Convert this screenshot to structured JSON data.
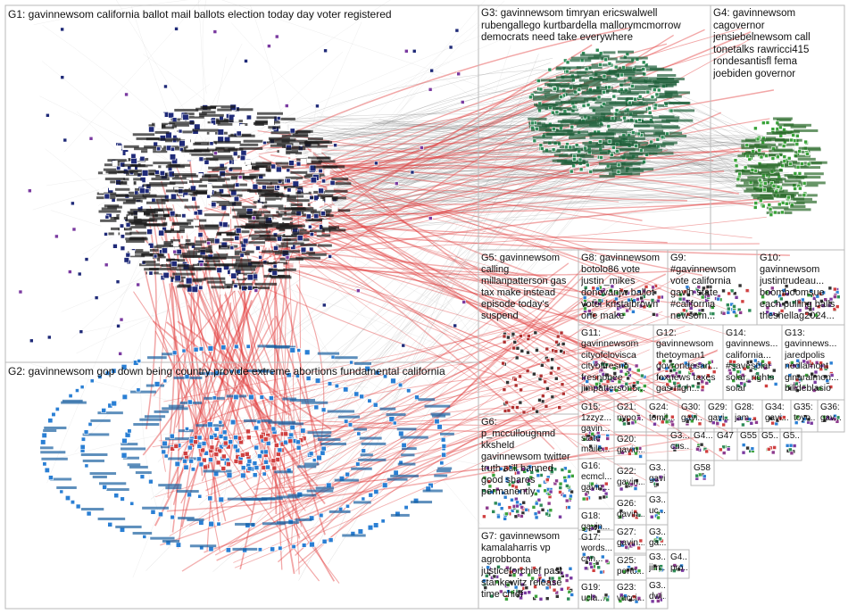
{
  "colors": {
    "edge_grey": "#6f6f6f",
    "edge_red": "#e23b3b",
    "box_border": "#b9b9b9",
    "g1_node": "#1f2a78",
    "g2_node": "#2a7fd4",
    "g3_node": "#2e8b57",
    "g4_node": "#3aa23a",
    "g5_node": "#8e3b8e",
    "g6_node": "#b03030"
  },
  "groups": [
    {
      "id": "G1",
      "label": "G1: gavinnewsom california ballot mail ballots election today day voter registered"
    },
    {
      "id": "G2",
      "label": "G2: gavinnewsom gop down being country provide extreme abortions fundamental california"
    },
    {
      "id": "G3",
      "label": "G3: gavinnewsom timryan ericswalwell\nrubengallego kurtbardella mallorymcmorrow\ndemocrats need take everywhere"
    },
    {
      "id": "G4",
      "label": "G4: gavinnewsom\ncagovernor\njensiebelnewsom call\ntonetalks rawricci415\nrondesantisfl fema\njoebiden governor"
    },
    {
      "id": "G5",
      "label": "G5: gavinnewsom\ncalling\nmillanpatterson gas\ntax make instead\nepisode today's\nsuspend"
    },
    {
      "id": "G6",
      "label": "G6:\np_mccullougnmd\nkksheld\ngavinnewsom twitter\ntruth still banned\ngood shares\npermanently"
    },
    {
      "id": "G7",
      "label": "G7: gavinnewsom\nkamalaharris vp\nagrobbonta\njusticeforchief past\nstankewitz release\ntime chief"
    },
    {
      "id": "G8",
      "label": "G8: gavinnewsom\nbotolo86 vote\njustin_mikes\ndonovanjw ballot\nvoter kristajbrown\none make"
    },
    {
      "id": "G9",
      "label": "G9:\n#gavinnewsom\nvote california\ngavin state\n#california\nnewsom..."
    },
    {
      "id": "G10",
      "label": "G10:\ngavinnewsom\njustintrudeau...\nboomboomsue\neach pulling balls\ntheshellag2024..."
    },
    {
      "id": "G11",
      "label": "G11:\ngavinnewsom\ncityofclovisca\ncityoffresno\nfresnobee\njimpatterson5..."
    },
    {
      "id": "G12",
      "label": "G12:\ngavinnewsom\nthetoyman1\ngovrondesan...\nfoxnews taxes\ngas high..."
    },
    {
      "id": "G13",
      "label": "G13:\ngavinnews...\njaredpolis\nnedlamont\nginaraimon...\nbilldeblasio"
    },
    {
      "id": "G14",
      "label": "G14:\ngavinnews...\ncalifornia...\n#savesolar\nsolar_rights\nsolar"
    },
    {
      "id": "G15",
      "label": "G15:\n1zzyz...\ngavin...\nstate\nmaile..."
    },
    {
      "id": "G16",
      "label": "G16:\necmcl...\ngavin..."
    },
    {
      "id": "G17",
      "label": "G17:\nwords...\ncnn..."
    },
    {
      "id": "G18",
      "label": "G18:\ngavin..."
    },
    {
      "id": "G19",
      "label": "G19:\nucla..."
    },
    {
      "id": "G20",
      "label": "G20:\ngavin..."
    },
    {
      "id": "G21",
      "label": "G21:\nnypo..."
    },
    {
      "id": "G22",
      "label": "G22:\ngavin..."
    },
    {
      "id": "G23",
      "label": "G23:\nvacci..."
    },
    {
      "id": "G24",
      "label": "G24:\ntomil..."
    },
    {
      "id": "G25",
      "label": "G25:\nportc..."
    },
    {
      "id": "G26",
      "label": "G26:\ngavin..."
    },
    {
      "id": "G27",
      "label": "G27:\ngavin..."
    },
    {
      "id": "G28",
      "label": "G28:\njam..."
    },
    {
      "id": "G29",
      "label": "G29:\ngavi..."
    },
    {
      "id": "G30",
      "label": "G30:\ngavi..."
    },
    {
      "id": "G34",
      "label": "G34:\ngavi..."
    },
    {
      "id": "G35",
      "label": "G35:\ntoyo..."
    },
    {
      "id": "G36",
      "label": "G36:\ngav..."
    },
    {
      "id": "G3x",
      "label": "G3...\ncus..."
    },
    {
      "id": "G3y",
      "label": "G3...\ngavi..."
    },
    {
      "id": "G3z",
      "label": "G3...\nuc..."
    },
    {
      "id": "G3w",
      "label": "G3...\nga..."
    },
    {
      "id": "G3v",
      "label": "G3...\njim..."
    },
    {
      "id": "G3u",
      "label": "G3...\ndwi..."
    },
    {
      "id": "G4x",
      "label": "G4..."
    },
    {
      "id": "G4y",
      "label": "G4...\npro..."
    },
    {
      "id": "G47",
      "label": "G47"
    },
    {
      "id": "G58",
      "label": "G58"
    },
    {
      "id": "G55",
      "label": "G55"
    },
    {
      "id": "G5x",
      "label": "G5..."
    },
    {
      "id": "G5y",
      "label": "G5..."
    },
    {
      "id": "G5z",
      "label": "G5..."
    }
  ]
}
